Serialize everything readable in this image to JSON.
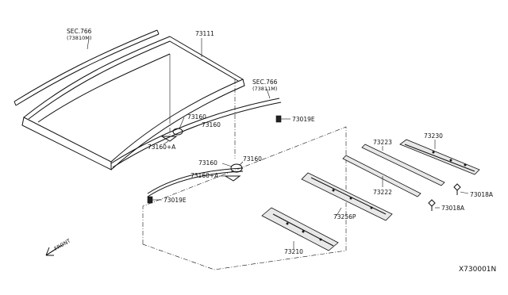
{
  "labels": {
    "sec766_left_a": "SEC.766",
    "sec766_left_b": "(73810M)",
    "roof_panel": "73111",
    "sec766_right_a": "SEC.766",
    "sec766_right_b": "(73811M)",
    "clip_73019e_right": "73019E",
    "clip_73019e_left": "73019E",
    "pad_73160_a": "73160",
    "pad_73160_b": "73160",
    "pad_73160a_upper": "73160+A",
    "pad_73160_c": "73160",
    "pad_73160_d": "73160",
    "pad_73160a_lower": "73160+A",
    "bow_73223": "73223",
    "bow_73230": "73230",
    "bow_73222": "73222",
    "bolt_73018a_right": "73018A",
    "bolt_73018a_left": "73018A",
    "bow_73256p": "73256P",
    "rail_73210": "73210",
    "front": "FRONT",
    "diagram_code": "X730001N"
  }
}
